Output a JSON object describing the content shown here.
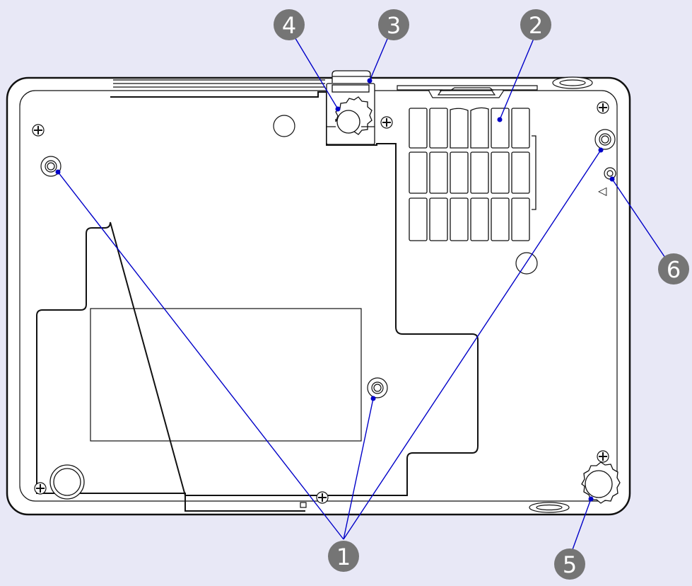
{
  "diagram": {
    "subject": "projector-underside",
    "background_color": "#e8e8f6",
    "body_fill": "#ffffff",
    "line_color": "#111111",
    "leader_color": "#0000c8",
    "callout_color": "#757575",
    "callout_text_color": "#ffffff",
    "triangle_mark": "◁"
  },
  "callouts": [
    {
      "id": "c1",
      "label": "1",
      "part": "fixing-points-for-ceiling-mount"
    },
    {
      "id": "c2",
      "label": "2",
      "part": "air-filter-intake-vent"
    },
    {
      "id": "c3",
      "label": "3",
      "part": "foot-adjust-lever"
    },
    {
      "id": "c4",
      "label": "4",
      "part": "front-adjustable-foot"
    },
    {
      "id": "c5",
      "label": "5",
      "part": "rear-foot"
    },
    {
      "id": "c6",
      "label": "6",
      "part": "security-cable-hole"
    }
  ]
}
